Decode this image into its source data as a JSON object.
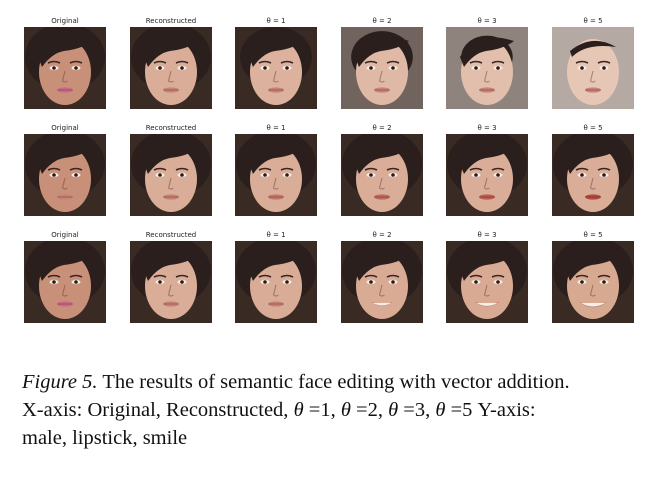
{
  "figure": {
    "columns": [
      {
        "label": "Original"
      },
      {
        "label": "Reconstructed"
      },
      {
        "label": "θ = 1"
      },
      {
        "label": "θ = 2"
      },
      {
        "label": "θ = 3"
      },
      {
        "label": "θ = 5"
      }
    ],
    "rows": [
      {
        "attribute": "male"
      },
      {
        "attribute": "lipstick"
      },
      {
        "attribute": "smile"
      }
    ],
    "colors": {
      "hair": "#2a1f1c",
      "skin_original": "#c89078",
      "skin_reconstructed": "#d9ad98",
      "lips_original": "#c96a8a",
      "background": "#ffffff"
    }
  },
  "caption": {
    "label": "Figure 5.",
    "line1_text": "The results of semantic face editing with vector addition.",
    "line2_prefix": "X-axis: Original, Reconstructed, ",
    "theta_symbol": "θ",
    "theta_values": [
      "=1, ",
      "=2, ",
      "=3, ",
      "=5 "
    ],
    "line2_suffix": "Y-axis:",
    "line3_text": "male, lipstick, smile"
  }
}
